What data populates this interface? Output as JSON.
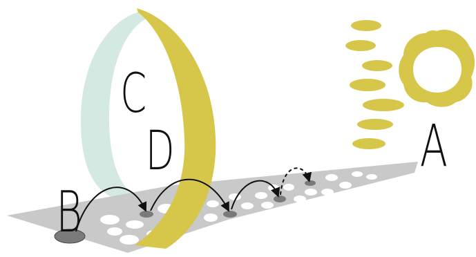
{
  "labels": {
    "a": "A",
    "b": "B",
    "c": "C",
    "d": "D"
  },
  "colors": {
    "yellow": "#d6c64a",
    "mint": "#d4e9e1",
    "gray": "#c9c9c9",
    "dark_gray": "#7a7a7a",
    "ink": "#111111",
    "hole_fill": "#ffffff"
  }
}
